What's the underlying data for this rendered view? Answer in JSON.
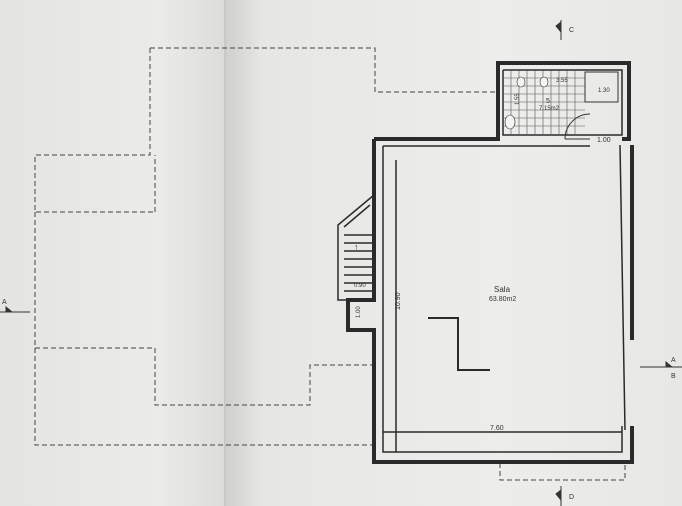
{
  "room": {
    "name": "Sala",
    "area": "63.80m2",
    "width_dim": "7.60",
    "height_dim": "10.90"
  },
  "bathroom": {
    "number": "5",
    "area": "7.15m2",
    "dim_a": "3.55",
    "dim_b": "1.30",
    "dim_c": "1.55",
    "dim_d": "1.00"
  },
  "stair": {
    "dim_width": "0.90",
    "dim_depth": "1.00",
    "arrow_label": "↑"
  },
  "section_markers": {
    "left": "A",
    "right_top": "A",
    "right_bottom": "B",
    "top": "C",
    "bottom": "D"
  },
  "colors": {
    "wall": "#2a2a2a",
    "line": "#3a3a3a",
    "paper": "#ececea"
  }
}
